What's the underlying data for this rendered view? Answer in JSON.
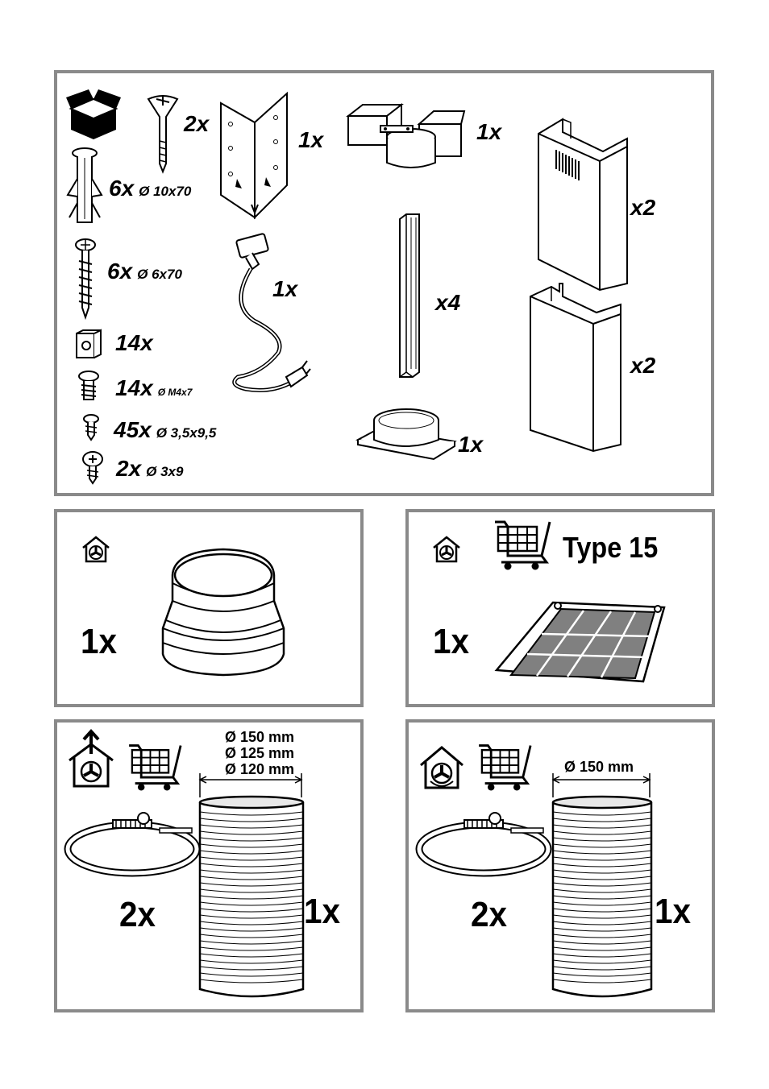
{
  "top_panel": {
    "items": [
      {
        "qty": "2x",
        "dim": ""
      },
      {
        "qty": "6x",
        "dim": "Ø 10x70"
      },
      {
        "qty": "6x",
        "dim": "Ø 6x70"
      },
      {
        "qty": "14x",
        "dim": ""
      },
      {
        "qty": "14x",
        "dim": "Ø M4x7"
      },
      {
        "qty": "45x",
        "dim": "Ø 3,5x9,5"
      },
      {
        "qty": "2x",
        "dim": "Ø 3x9"
      }
    ],
    "bracket_qty": "1x",
    "adapter_qty": "1x",
    "cable_qty": "1x",
    "rail_qty": "x4",
    "flange_qty": "1x",
    "chimney_upper_qty": "x2",
    "chimney_lower_qty": "x2"
  },
  "reducer_panel": {
    "qty": "1x"
  },
  "filter_panel": {
    "type_label": "Type 15",
    "qty": "1x"
  },
  "hose_panel_left": {
    "diameters": [
      "Ø 150 mm",
      "Ø 125 mm",
      "Ø 120 mm"
    ],
    "clamp_qty": "2x",
    "hose_qty": "1x"
  },
  "hose_panel_right": {
    "diameter": "Ø 150 mm",
    "clamp_qty": "2x",
    "hose_qty": "1x"
  },
  "colors": {
    "frame": "#8a8a8a",
    "filter": "#808080"
  }
}
